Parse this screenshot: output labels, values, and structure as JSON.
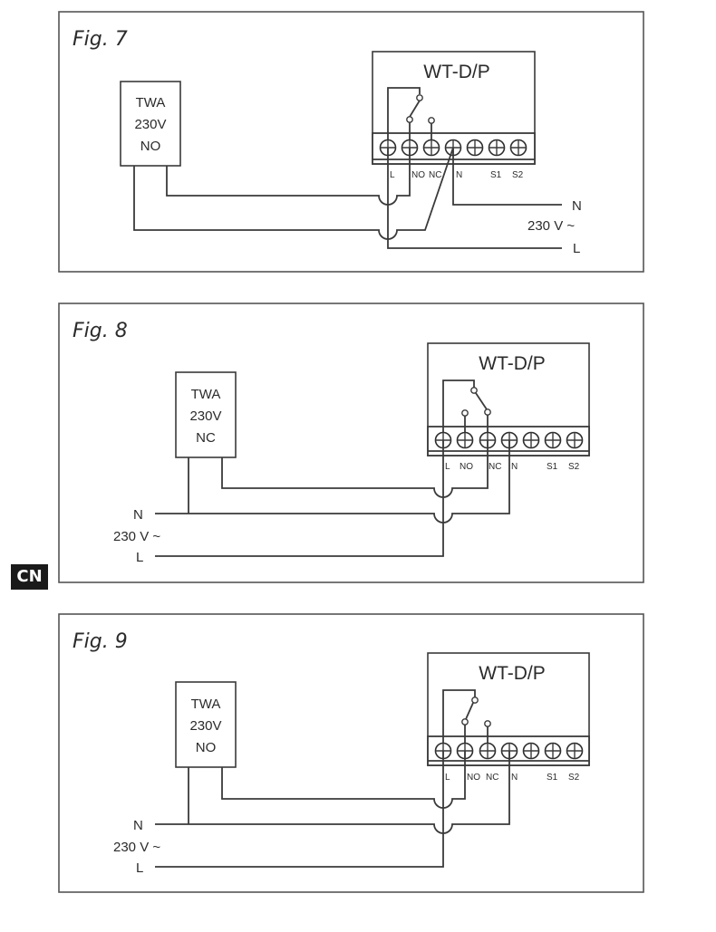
{
  "language_badge": "CN",
  "figures": [
    {
      "id": "fig7",
      "title": "Fig. 7",
      "device": "WT-D/P",
      "actuator": {
        "lines": [
          "TWA",
          "230V",
          "NO"
        ]
      },
      "terminals": [
        "L",
        "NO",
        "NC",
        "N",
        "S1",
        "S2"
      ],
      "relay_connected_contact": "NO",
      "supply": {
        "n": "N",
        "voltage": "230 V ~",
        "l": "L",
        "side": "right"
      }
    },
    {
      "id": "fig8",
      "title": "Fig. 8",
      "device": "WT-D/P",
      "actuator": {
        "lines": [
          "TWA",
          "230V",
          "NC"
        ]
      },
      "terminals": [
        "L",
        "NO",
        "NC",
        "N",
        "S1",
        "S2"
      ],
      "relay_connected_contact": "NC",
      "supply": {
        "n": "N",
        "voltage": "230 V ~",
        "l": "L",
        "side": "left"
      }
    },
    {
      "id": "fig9",
      "title": "Fig. 9",
      "device": "WT-D/P",
      "actuator": {
        "lines": [
          "TWA",
          "230V",
          "NO"
        ]
      },
      "terminals": [
        "L",
        "NO",
        "NC",
        "N",
        "S1",
        "S2"
      ],
      "relay_connected_contact": "NO",
      "supply": {
        "n": "N",
        "voltage": "230 V ~",
        "l": "L",
        "side": "left"
      }
    }
  ]
}
